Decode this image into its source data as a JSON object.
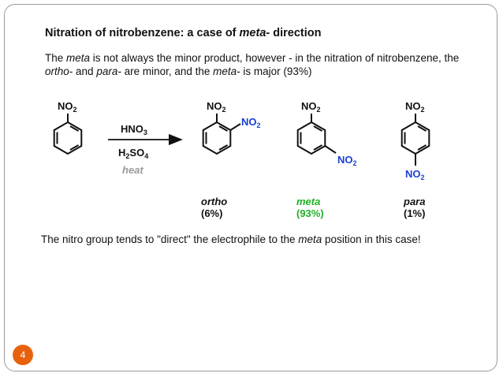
{
  "slide": {
    "title_parts": [
      "Nitration of nitrobenzene: a case of ",
      "meta-",
      " direction"
    ],
    "intro_parts": [
      "The ",
      "meta",
      " is not always the minor product, however - in the nitration of nitrobenzene, the ",
      "ortho-",
      " and ",
      "para-",
      " are minor, and the ",
      "meta-",
      " is major (93%)"
    ],
    "reagents": {
      "r1": "HNO",
      "r1_sub": "3",
      "r2": "H",
      "r2_sub1": "2",
      "r2_mid": "SO",
      "r2_sub2": "4",
      "condition": "heat"
    },
    "group": {
      "text": "NO",
      "sub": "2"
    },
    "products": [
      {
        "name": "ortho",
        "yield": "(6%)",
        "color": "#111111"
      },
      {
        "name": "meta",
        "yield": "(93%)",
        "color": "#22b027"
      },
      {
        "name": "para",
        "yield": "(1%)",
        "color": "#111111"
      }
    ],
    "conclusion_parts": [
      "The nitro group tends to \"direct\" the electrophile to the ",
      "meta",
      " position in this case!"
    ],
    "page_number": "4"
  },
  "colors": {
    "new_no2": "#1b3fd6",
    "accent": "#e8620e",
    "meta": "#22b027",
    "condition": "#9a9a9a"
  }
}
